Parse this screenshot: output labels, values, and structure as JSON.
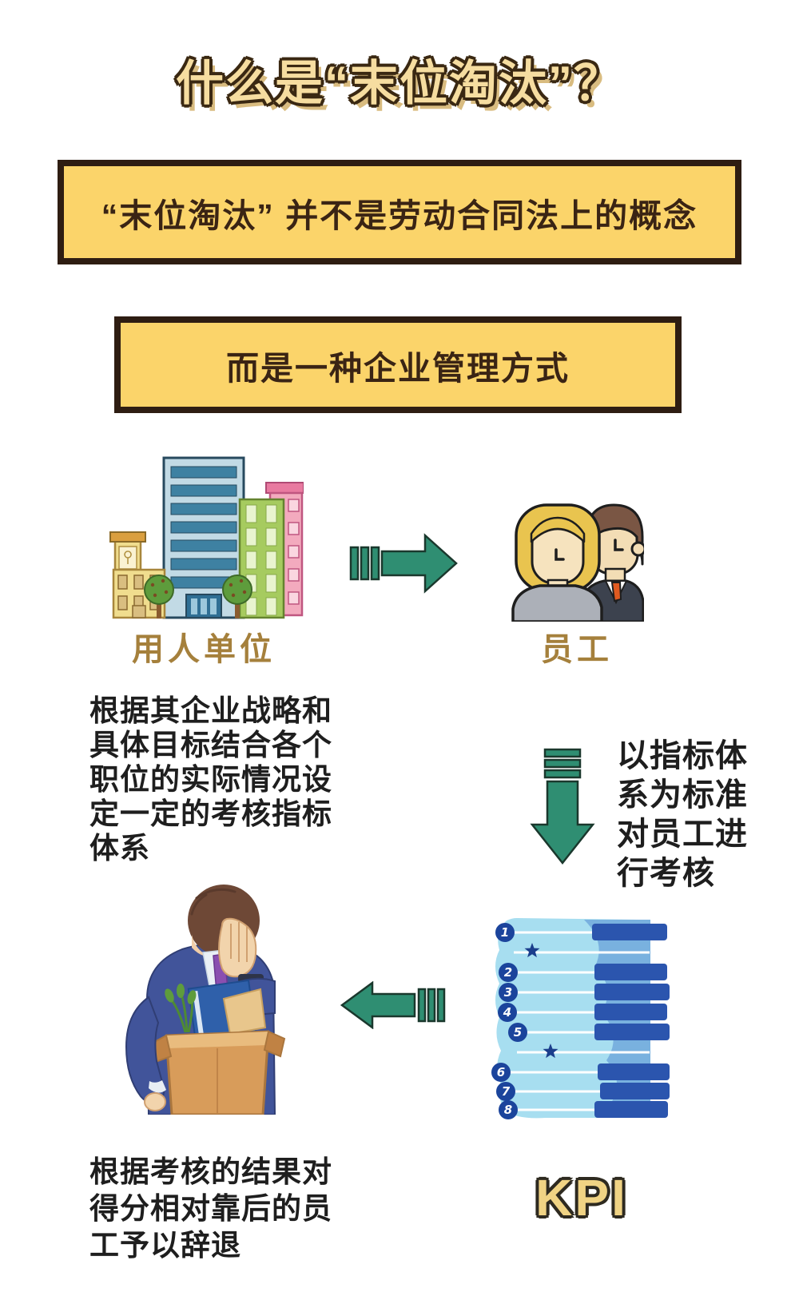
{
  "page_title": "什么是“末位淘汰”？",
  "banners": {
    "not_legal_concept": "“末位淘汰” 并不是劳动合同法上的概念",
    "management_method": "而是一种企业管理方式"
  },
  "flow": {
    "employer": {
      "label": "用人单位",
      "description": "根据其企业战略和\n具体目标结合各个\n职位的实际情况设\n定一定的考核指标\n体系"
    },
    "employee": {
      "label": "员工"
    },
    "assessment": {
      "description": "以指标体\n系为标准\n对员工进\n行考核"
    },
    "dismissal": {
      "description": "根据考核的结果对\n得分相对靠后的员\n工予以辞退"
    }
  },
  "kpi_chart": {
    "type": "ranked-bar-list",
    "label": "KPI",
    "rows": [
      "1",
      "2",
      "3",
      "4",
      "5",
      "6",
      "7",
      "8"
    ],
    "starred_gaps": [
      "between rank 1 and 2",
      "between rank 5 and 6"
    ]
  },
  "icons": {
    "buildings": "employer-office-buildings",
    "people": "two-employees",
    "arrow_right": "green-block-arrow-right",
    "arrow_down": "green-block-arrow-down",
    "arrow_left": "green-block-arrow-left",
    "fired_employee": "man-carrying-box",
    "star": "★"
  },
  "colors": {
    "banner_bg": "#FBD46A",
    "banner_border": "#2E1D12",
    "title_fill": "#F6DDA0",
    "arrow_green": "#2F8E72",
    "label_brown": "#A5803C",
    "kpi_gold": "#F0D384",
    "chart_light_blue": "#A7DEF0",
    "chart_mid_blue": "#79B1DF",
    "chart_bar_blue": "#2B55AE"
  }
}
